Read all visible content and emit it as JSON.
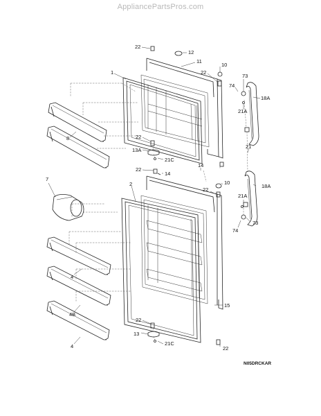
{
  "watermark": "AppliancePartsPros.com",
  "drawing_code": "N05DRCKAR",
  "labels": {
    "l22a": "22",
    "l12": "12",
    "l11": "11",
    "l1": "1",
    "l10a": "10",
    "l22b": "22",
    "l73a": "73",
    "l74a": "74",
    "l18Aa": "18A",
    "l21Aa": "21A",
    "l8": "8",
    "l22c": "22",
    "l13A": "13A",
    "l21Ca": "21C",
    "l21": "21",
    "l22d": "22",
    "l14a": "14",
    "l14b": "14",
    "l7": "7",
    "l2": "2",
    "l22e": "22",
    "l10b": "10",
    "l18Ab": "18A",
    "l21Ab": "21A",
    "l73b": "73",
    "l74b": "74",
    "l4a": "4",
    "l4B": "4B",
    "l4b": "4",
    "l15": "15",
    "l22f": "22",
    "l13": "13",
    "l21Cb": "21C",
    "l22g": "22"
  }
}
